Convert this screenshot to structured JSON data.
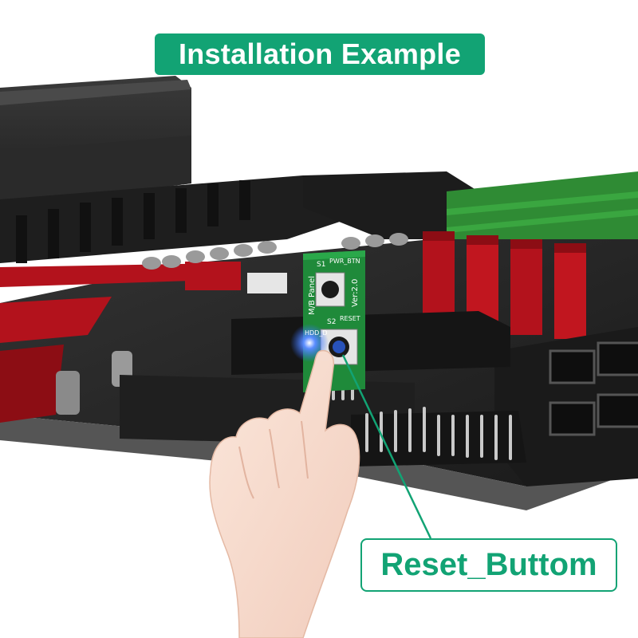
{
  "title": "Installation Example",
  "callout_label": "Reset_Buttom",
  "panel": {
    "name": "M/B Panel",
    "version": "Ver:2.0",
    "switch1_label": "S1",
    "switch1_function": "PWR_BTN",
    "switch2_label": "S2",
    "switch2_function": "RESET",
    "led_label": "HDD_D"
  },
  "colors": {
    "accent": "#12a374",
    "pcb": "#1f8a3a",
    "motherboard": "#2b2b2b",
    "slot_red": "#b3121c",
    "ram_green": "#2f8b34",
    "led_blue": "#2f6bff"
  },
  "icons": [
    "hand-icon",
    "led-glow-icon"
  ]
}
